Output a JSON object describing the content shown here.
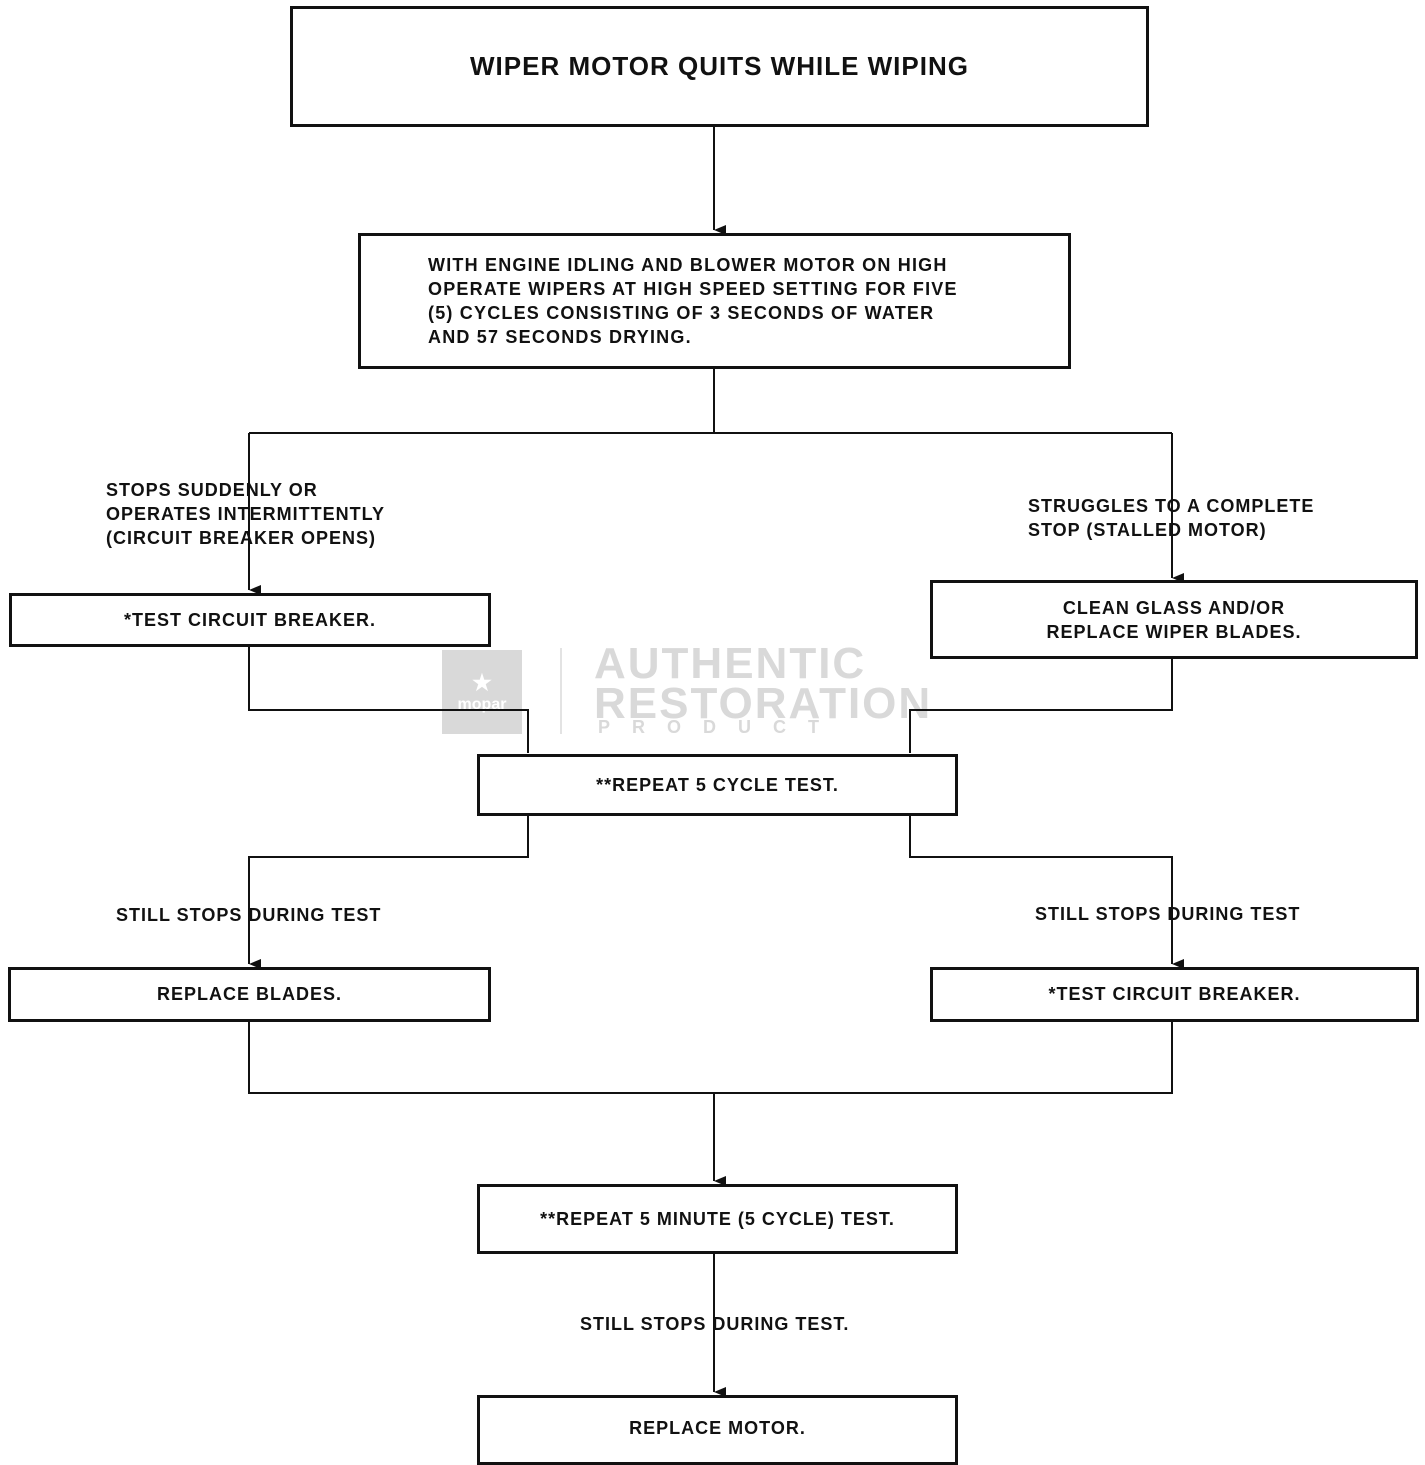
{
  "nodes": {
    "start": "WIPER MOTOR QUITS WHILE WIPING",
    "procedure": "WITH ENGINE IDLING AND BLOWER MOTOR ON HIGH\nOPERATE WIPERS AT HIGH SPEED SETTING FOR FIVE\n(5) CYCLES CONSISTING OF 3 SECONDS OF WATER\nAND 57 SECONDS DRYING.",
    "test_breaker_1": "*TEST CIRCUIT BREAKER.",
    "clean_glass": "CLEAN GLASS AND/OR\nREPLACE WIPER BLADES.",
    "repeat_5_cycle": "**REPEAT 5 CYCLE TEST.",
    "replace_blades": "REPLACE BLADES.",
    "test_breaker_2": "*TEST CIRCUIT BREAKER.",
    "repeat_5_minute": "**REPEAT 5 MINUTE (5 CYCLE) TEST.",
    "replace_motor": "REPLACE MOTOR."
  },
  "edge_labels": {
    "stops_suddenly": "STOPS SUDDENLY OR\nOPERATES INTERMITTENTLY\n(CIRCUIT BREAKER OPENS)",
    "struggles": "STRUGGLES TO A COMPLETE\nSTOP (STALLED MOTOR)",
    "still_stops_left": "STILL STOPS DURING TEST",
    "still_stops_right": "STILL STOPS DURING TEST",
    "still_stops_final": "STILL STOPS DURING TEST."
  },
  "watermark": {
    "logo_text": "mopar",
    "line1": "AUTHENTIC",
    "line2": "RESTORATION",
    "line3": "PRODUCT"
  },
  "colors": {
    "ink": "#111111",
    "watermark": "#d9d9d9"
  }
}
